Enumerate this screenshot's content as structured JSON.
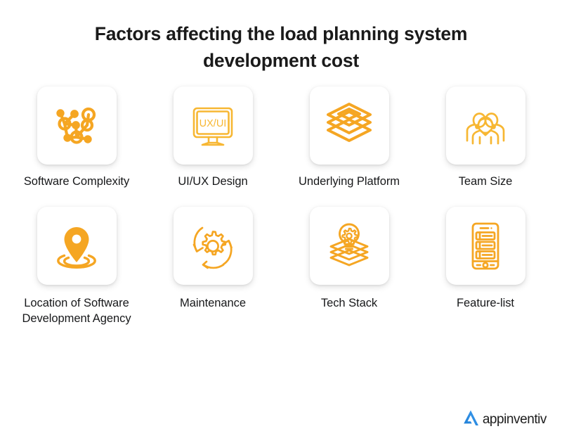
{
  "header": {
    "title": "Factors affecting the load planning system development cost"
  },
  "colors": {
    "icon_orange": "#F5A623",
    "icon_orange_light": "#F7B733",
    "label_text": "#17181a",
    "title_text": "#1a1a1a",
    "background": "#ffffff",
    "logo_blue": "#2B8FE8",
    "logo_blue_dark": "#1565C0"
  },
  "factors": [
    {
      "label": "Software Complexity",
      "icon": "network-nodes-icon",
      "row": 1,
      "column": 1
    },
    {
      "label": "UI/UX Design",
      "icon": "monitor-uxui-icon",
      "icon_screen_text": "UX/UI",
      "row": 1,
      "column": 2
    },
    {
      "label": "Underlying Platform",
      "icon": "stacked-layers-icon",
      "row": 1,
      "column": 3
    },
    {
      "label": "Team Size",
      "icon": "people-group-icon",
      "row": 1,
      "column": 4
    },
    {
      "label": "Location of Software Development Agency",
      "icon": "location-pin-icon",
      "row": 2,
      "column": 1
    },
    {
      "label": "Maintenance",
      "icon": "gear-refresh-icon",
      "row": 2,
      "column": 2
    },
    {
      "label": "Tech Stack",
      "icon": "lightbulb-layers-icon",
      "row": 2,
      "column": 3
    },
    {
      "label": "Feature-list",
      "icon": "mobile-list-icon",
      "row": 2,
      "column": 4
    }
  ],
  "footer": {
    "logo_text": "appinventiv",
    "logo_mark": "appinventiv-a-chevron-icon"
  }
}
